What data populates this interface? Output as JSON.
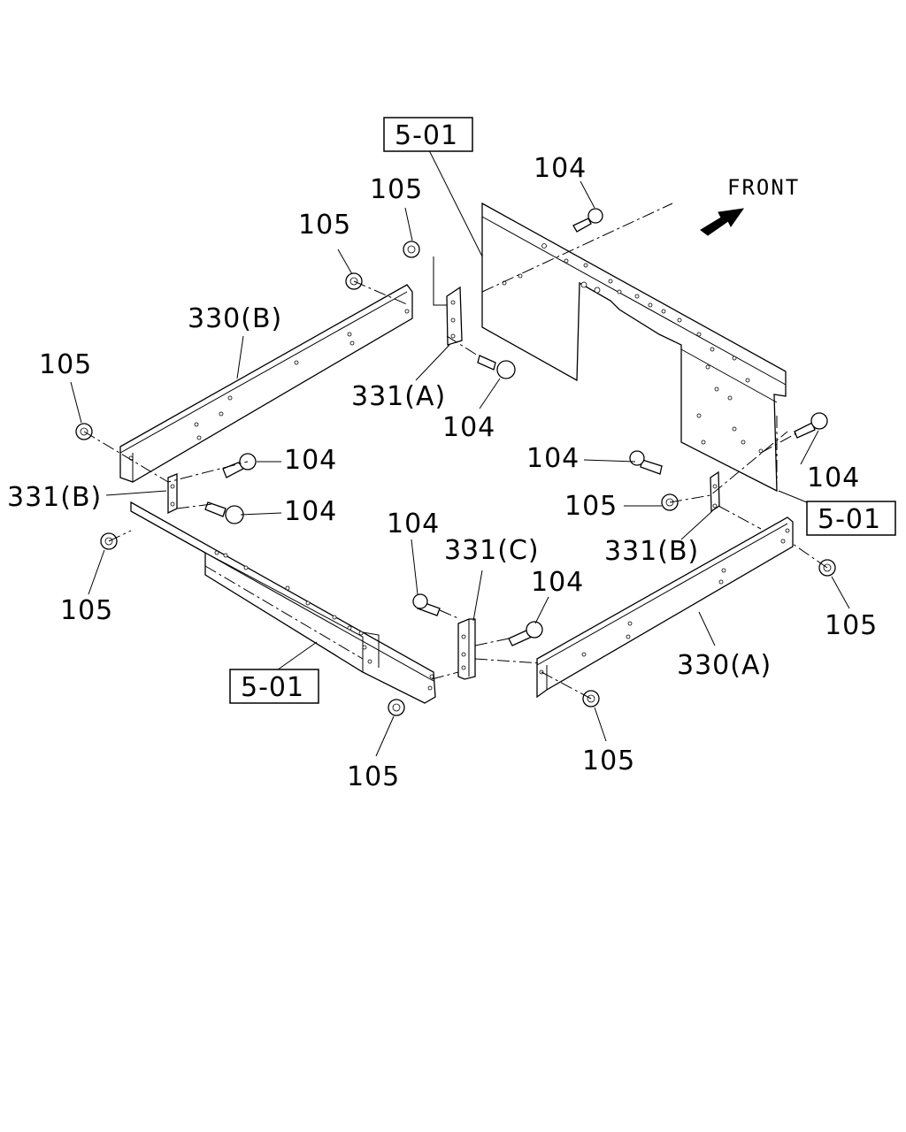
{
  "front_indicator": {
    "label": "FRONT",
    "icon": "arrow-icon"
  },
  "references": {
    "ref_top": "5-01",
    "ref_right": "5-01",
    "ref_bottom_left": "5-01"
  },
  "callouts": {
    "bolt_top_center": "104",
    "nut_top_center": "105",
    "nut_top_left": "105",
    "rail_b_label": "330(B)",
    "nut_left_end": "105",
    "bracket_a_label": "331(A)",
    "bolt_bracket_a": "104",
    "bolt_left_upper": "104",
    "bracket_b_left_label": "331(B)",
    "bolt_left_lower": "104",
    "bolt_right_upper": "104",
    "bolt_right_mid": "104",
    "nut_right_mid": "105",
    "bracket_b_right_label": "331(B)",
    "nut_left_front": "105",
    "bolt_center": "104",
    "bracket_c_label": "331(C)",
    "bolt_center_right": "104",
    "nut_right_end": "105",
    "rail_a_label": "330(A)",
    "nut_bottom_center": "105",
    "nut_bottom_right": "105"
  }
}
